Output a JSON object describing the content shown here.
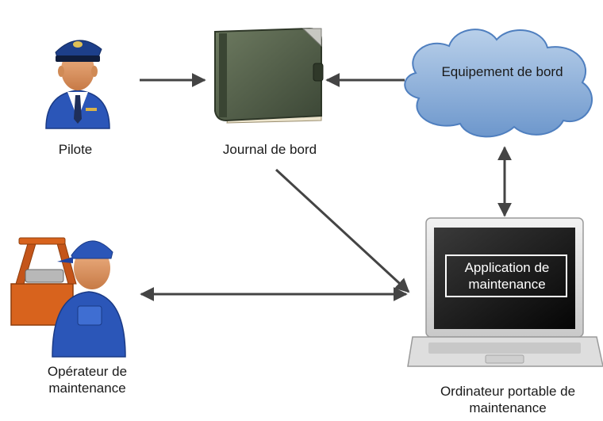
{
  "nodes": {
    "pilot": {
      "label": "Pilote"
    },
    "logbook": {
      "label": "Journal de bord"
    },
    "onboard_equipment": {
      "label": "Equipement de bord"
    },
    "maintenance_operator": {
      "label": "Opérateur de maintenance"
    },
    "maintenance_laptop": {
      "label": "Ordinateur portable de maintenance"
    },
    "maintenance_application": {
      "label": "Application de maintenance"
    }
  },
  "colors": {
    "arrow": "#444444",
    "cloud_fill": "#7fa6d3",
    "cloud_edge": "#4f7fbf",
    "uniform_blue": "#2b56b8",
    "logbook_green": "#4f5d45",
    "toolbox_orange": "#d8631d",
    "screen_dark": "#141414"
  }
}
